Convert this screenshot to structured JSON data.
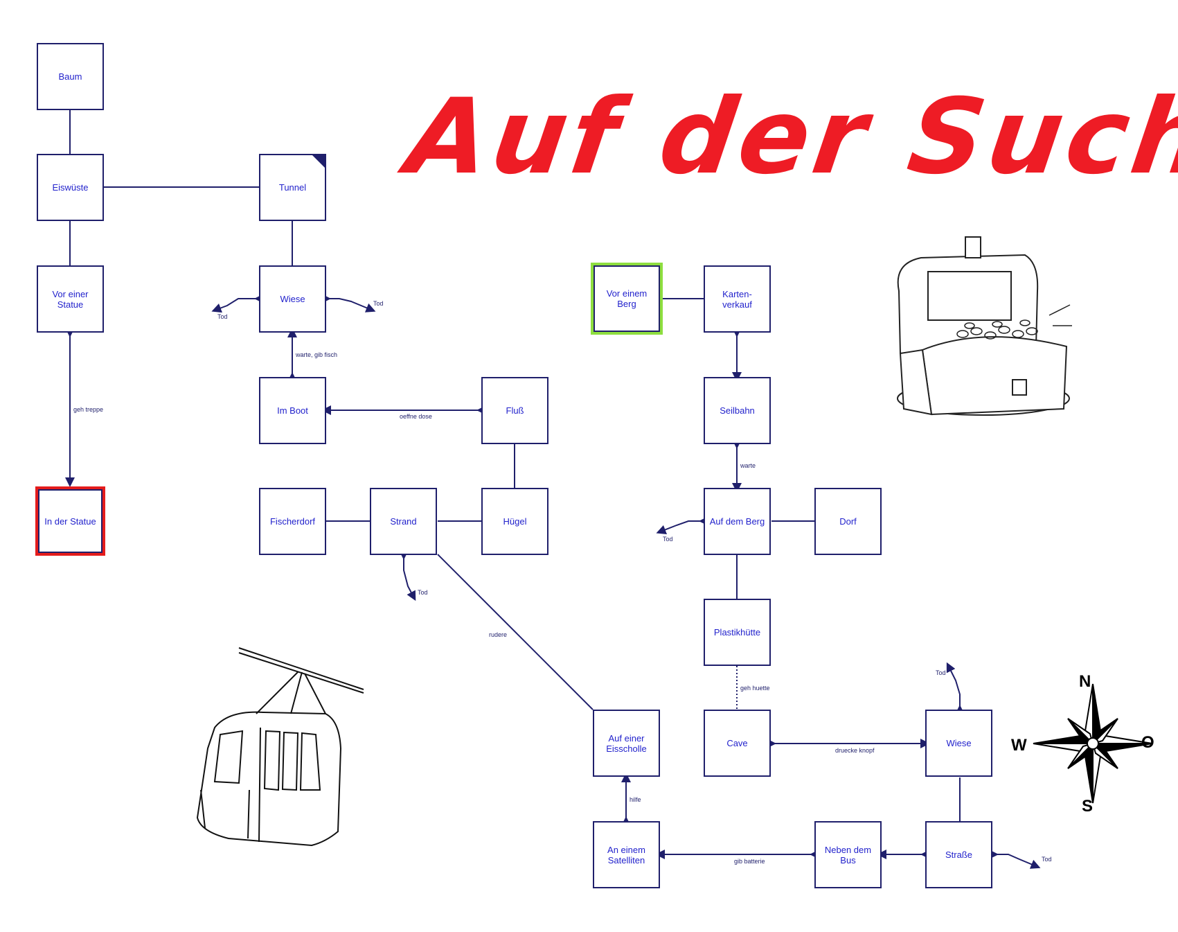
{
  "title": "Auf der Suche",
  "rooms": {
    "baum": "Baum",
    "eiswueste": "Eiswüste",
    "tunnel": "Tunnel",
    "vor_statue": "Vor einer\nStatue",
    "wiese1": "Wiese",
    "in_statue": "In der Statue",
    "im_boot": "Im Boot",
    "fluss": "Fluß",
    "fischerdorf": "Fischerdorf",
    "strand": "Strand",
    "huegel": "Hügel",
    "vor_berg": "Vor einem\nBerg",
    "kartenverkauf": "Karten-\nverkauf",
    "seilbahn": "Seilbahn",
    "auf_berg": "Auf dem Berg",
    "dorf": "Dorf",
    "plastikhuette": "Plastikhütte",
    "cave": "Cave",
    "wiese2": "Wiese",
    "eisscholle": "Auf einer\nEisscholle",
    "satelliten": "An einem\nSatelliten",
    "bus": "Neben dem\nBus",
    "strasse": "Straße"
  },
  "labels": {
    "tod_wiese_left": "Tod",
    "tod_wiese_right": "Tod",
    "warte_fisch": "warte, gib fisch",
    "geh_treppe": "geh treppe",
    "oeffne_dose": "oeffne dose",
    "tod_strand": "Tod",
    "rudere": "rudere",
    "warte": "warte",
    "tod_berg": "Tod",
    "geh_huette": "geh huette",
    "druecke_knopf": "druecke knopf",
    "tod_wiese2": "Tod",
    "hilfe": "hilfe",
    "gib_batterie": "gib batterie",
    "tod_strasse": "Tod"
  },
  "compass": {
    "n": "N",
    "o": "O",
    "s": "S",
    "w": "W"
  },
  "colors": {
    "title": "#ee1c25",
    "line": "#1f1f6b",
    "room_text": "#2222cc",
    "start": "#8ede3f",
    "goal": "#e41c1c"
  }
}
